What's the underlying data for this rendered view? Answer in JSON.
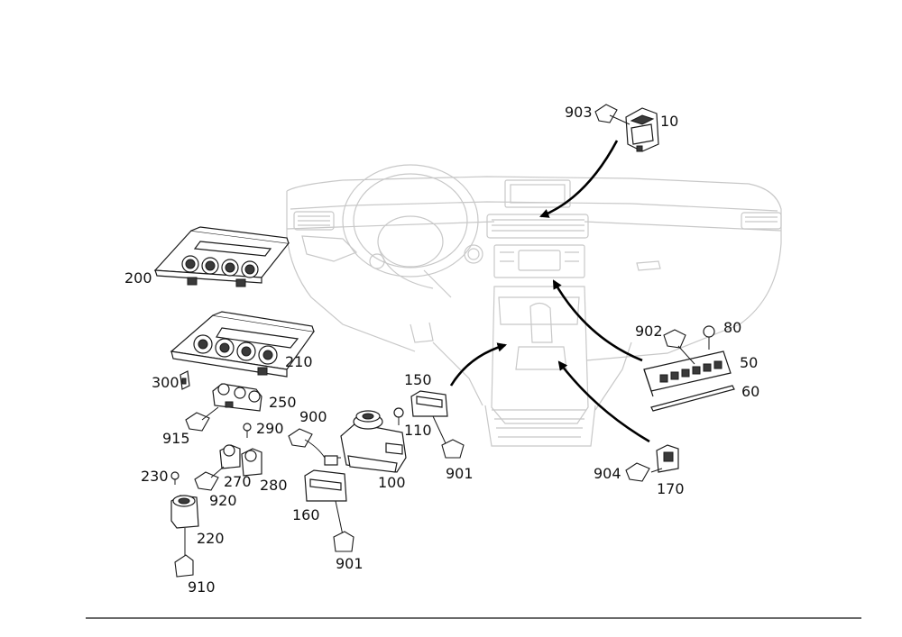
{
  "labels": {
    "l903": "903",
    "l10": "10",
    "l200": "200",
    "l210": "210",
    "l300": "300",
    "l250": "250",
    "l915": "915",
    "l290": "290",
    "l900": "900",
    "l150": "150",
    "l110": "110",
    "l100": "100",
    "l901a": "901",
    "l902": "902",
    "l80": "80",
    "l50": "50",
    "l60": "60",
    "l230": "230",
    "l270": "270",
    "l280": "280",
    "l920": "920",
    "l160": "160",
    "l901b": "901",
    "l904": "904",
    "l170": "170",
    "l220": "220",
    "l910": "910"
  },
  "colors": {
    "outline": "#1a1a1a",
    "dashboard": "#c8c8c8",
    "arrow": "#000000"
  }
}
